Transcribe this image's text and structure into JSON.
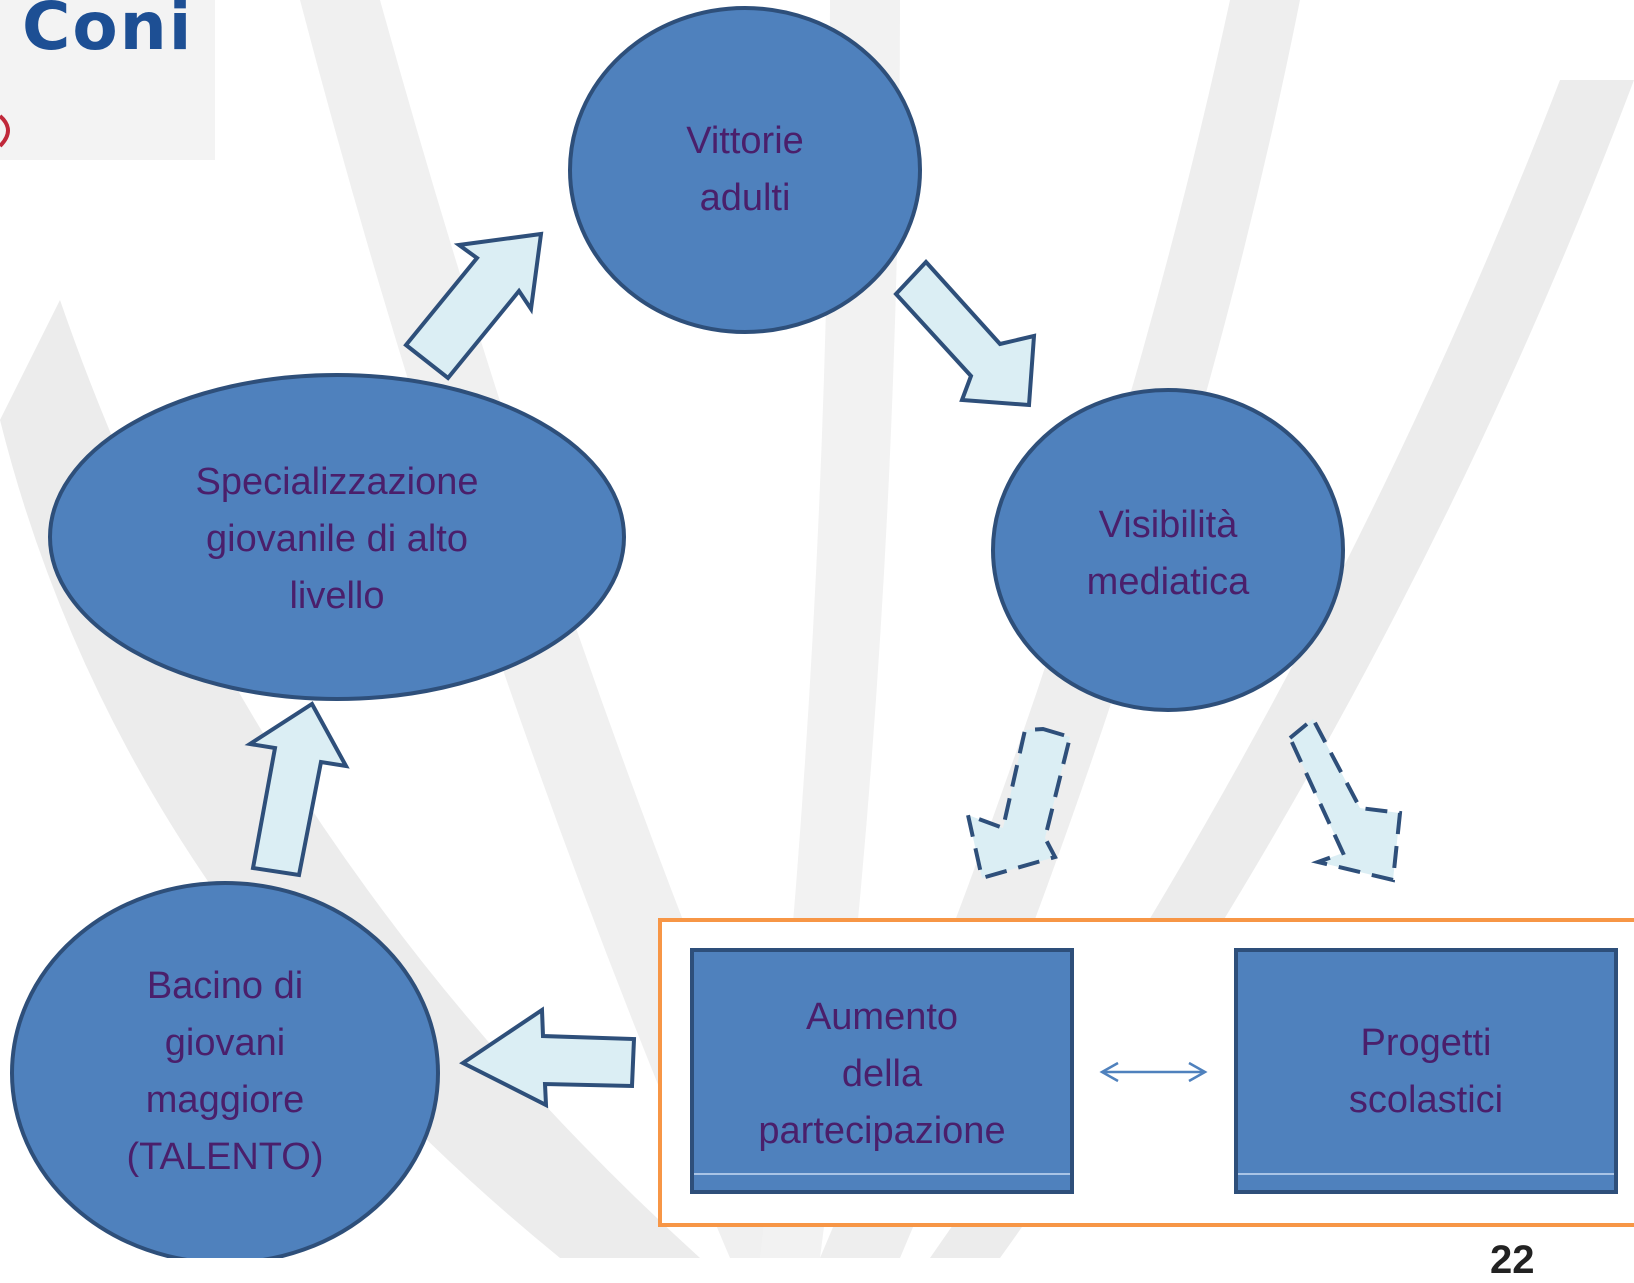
{
  "logo": {
    "text": "Coni"
  },
  "nodes": {
    "vittorie": "Vittorie\nadulti",
    "visibilita": "Visibilità\nmediatica",
    "specializzazione": "Specializzazione\ngiovanile di alto\nlivello",
    "bacino": "Bacino di\ngiovani\nmaggiore\n(TALENTO)",
    "aumento": "Aumento\ndella\npartecipazione",
    "progetti": "Progetti\nscolastici"
  },
  "page_number": "22",
  "colors": {
    "node_fill": "#4f81bd",
    "node_border": "#2e4f7a",
    "node_text": "#4a1f6b",
    "arrow_fill": "#dbeef4",
    "arrow_border": "#2e4f7a",
    "group_border": "#f79646",
    "logo": "#1d4f94"
  }
}
